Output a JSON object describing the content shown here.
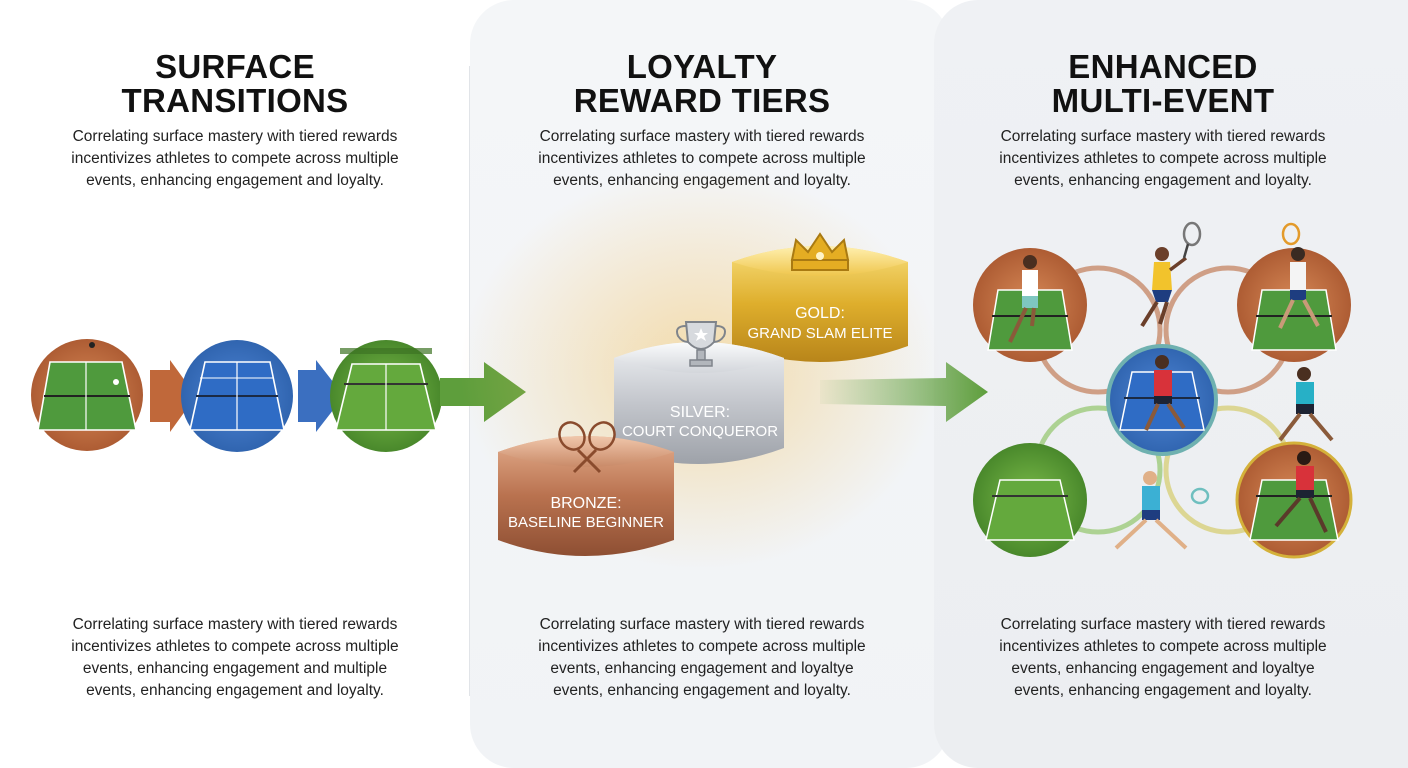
{
  "columns": [
    {
      "title_line1": "SURFACE",
      "title_line2": "TRANSITIONS",
      "top_desc": [
        "Correlating surface mastery with tiered rewards",
        "incentivizes athletes to compete across multiple",
        "events, enhancing engagement and loyalty."
      ],
      "bottom_desc": [
        "Correlating surface mastery with tiered rewards",
        "incentivizes athletes to compete across multiple",
        "events, enhancing engagement and multiple",
        "events, enhancing engagement and loyalty."
      ]
    },
    {
      "title_line1": "LOYALTY",
      "title_line2": "REWARD TIERS",
      "top_desc": [
        "Correlating surface mastery with tiered rewards",
        "incentivizes athletes to compete across multiple",
        "events, enhancing engagement and loyalty."
      ],
      "bottom_desc": [
        "Correlating surface mastery with tiered rewards",
        "incentivizes athletes to compete across multiple",
        "events, enhancing engagement and loyaltye",
        "events, enhancing engagement and loyalty."
      ]
    },
    {
      "title_line1": "ENHANCED",
      "title_line2": "MULTI-EVENT",
      "top_desc": [
        "Correlating surface mastery with tiered rewards",
        "incentivizes athletes to compete across multiple",
        "events, enhancing engagement and loyalty."
      ],
      "bottom_desc": [
        "Correlating surface mastery with tiered rewards",
        "incentivizes athletes to compete across multiple",
        "events, enhancing engagement and loyaltye",
        "events, enhancing engagement and loyalty."
      ]
    }
  ],
  "tiers": {
    "bronze": {
      "name": "BRONZE:",
      "sub": "BASELINE BEGINNER",
      "icon": "crossed-rackets-icon"
    },
    "silver": {
      "name": "SILVER:",
      "sub": "COURT CONQUEROR",
      "icon": "trophy-icon"
    },
    "gold": {
      "name": "GOLD:",
      "sub": "GRAND SLAM ELITE",
      "icon": "crown-icon"
    }
  },
  "colors": {
    "clay": "#c0683a",
    "hard": "#3b6fc0",
    "grass": "#5a9a36",
    "bronze": "#b0704e",
    "silver": "#b9bcc2",
    "gold": "#d9a928",
    "arrow_green": "#5e9e3c"
  }
}
